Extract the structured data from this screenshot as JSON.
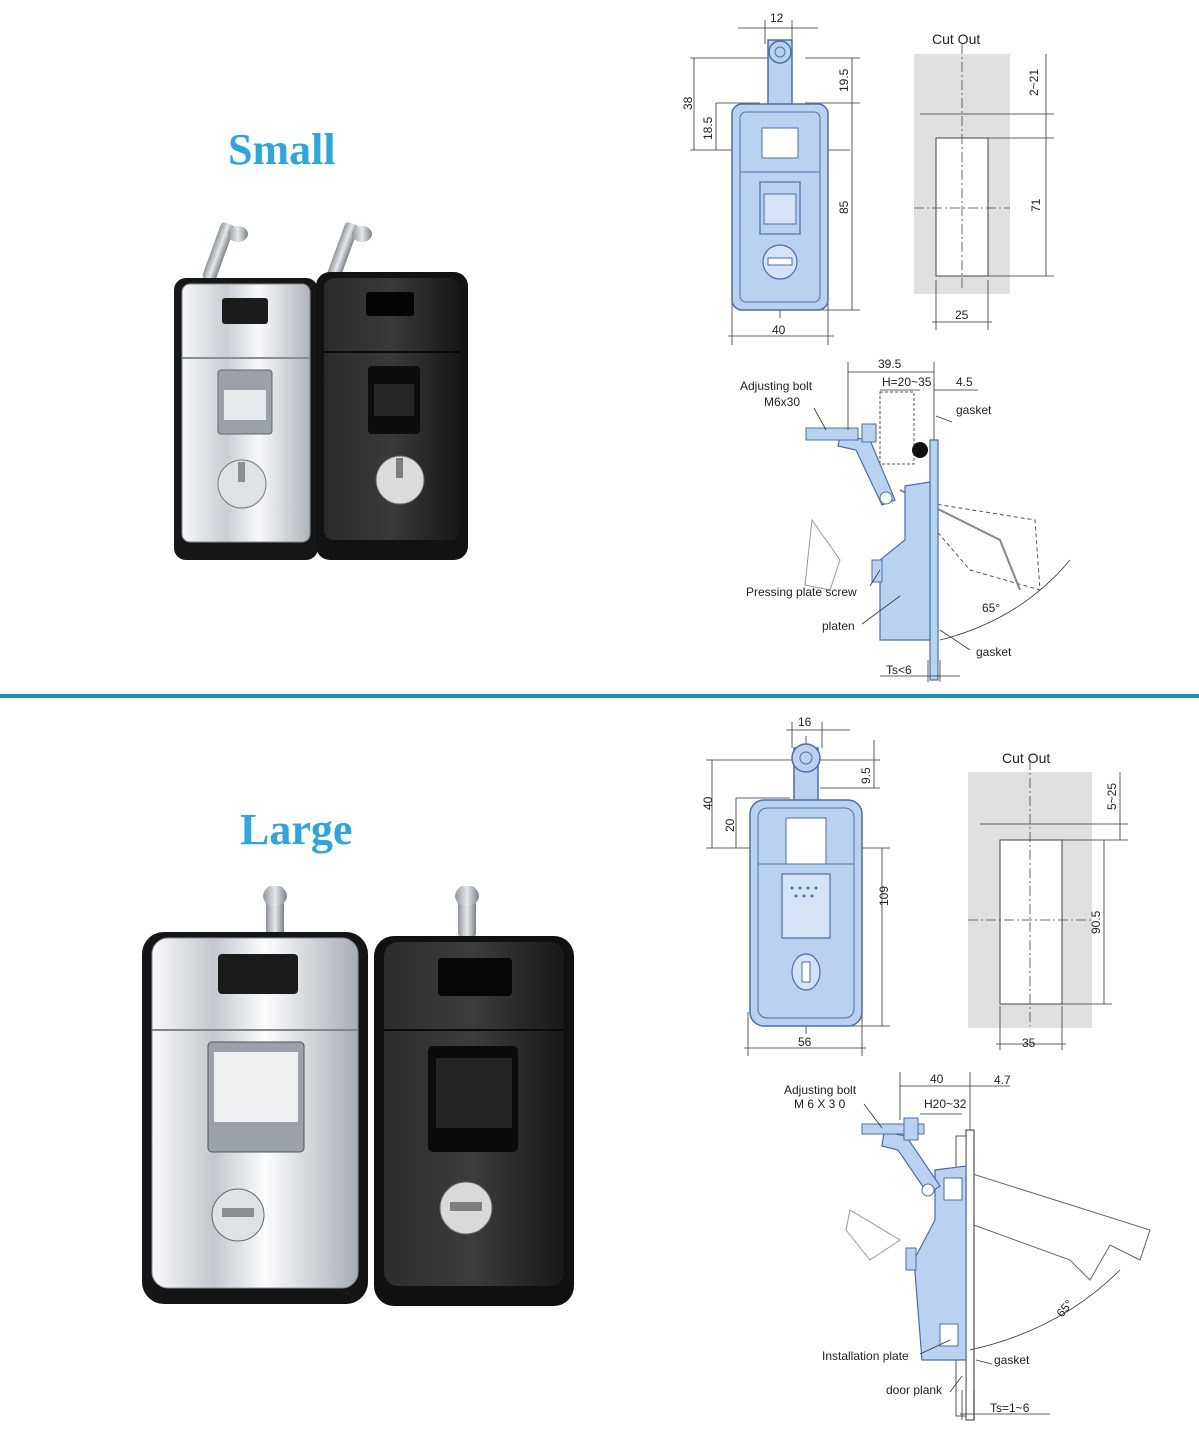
{
  "colors": {
    "accent": "#2ca6dc",
    "divider": "#1591c6",
    "latch_fill": "#b9d2f0",
    "latch_stroke": "#4a6ea8",
    "cutout_gray": "#e0e0e0",
    "chrome": "#dfe3e8",
    "black_latch": "#1e1e1e"
  },
  "small": {
    "title": "Small",
    "front": {
      "w_top": "12",
      "h_total": "38",
      "h_pivot": "18.5",
      "h_top": "19.5",
      "height": "85",
      "width": "40"
    },
    "cutout": {
      "title": "Cut Out",
      "h_top": "2~21",
      "height": "71",
      "width": "25"
    },
    "side": {
      "d_offset": "39.5",
      "h_range": "H=20~35",
      "t_gap": "4.5",
      "bolt_label": "Adjusting bolt",
      "bolt_spec": "M6x30",
      "gasket_top": "gasket",
      "screw_label": "Pressing plate screw",
      "plate_label": "platen",
      "angle": "65°",
      "gasket_bottom": "gasket",
      "ts": "Ts<6"
    }
  },
  "large": {
    "title": "Large",
    "front": {
      "w_top": "16",
      "h_total": "40",
      "h_pivot": "20",
      "h_top": "9.5",
      "height": "109",
      "width": "56"
    },
    "cutout": {
      "title": "Cut Out",
      "h_top": "5~25",
      "height": "90.5",
      "width": "35"
    },
    "side": {
      "d_offset": "40",
      "h_range": "H20~32",
      "t_gap": "4.7",
      "bolt_label": "Adjusting bolt",
      "bolt_spec": "M 6 X 3 0",
      "angle": "65°",
      "plate_label": "Installation plate",
      "gasket_bottom": "gasket",
      "door_label": "door plank",
      "ts": "Ts=1~6"
    }
  }
}
